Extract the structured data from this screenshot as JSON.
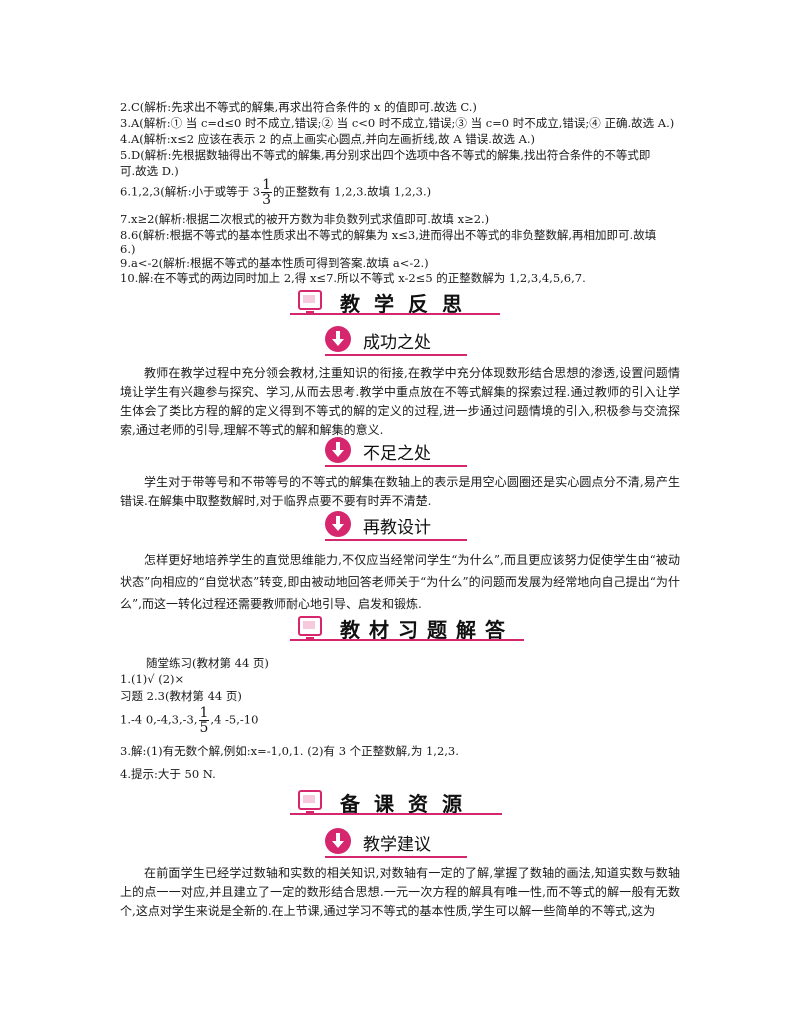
{
  "answers": {
    "a2": "2.C(解析:先求出不等式的解集,再求出符合条件的 x 的值即可.故选 C.)",
    "a3": "3.A(解析:① 当 c=d≤0 时不成立,错误;② 当 c<0 时不成立,错误;③ 当 c=0 时不成立,错误;④ 正确.故选 A.)",
    "a4": "4.A(解析:x≤2 应该在表示 2 的点上画实心圆点,并向左画折线,故 A 错误.故选 A.)",
    "a5a": "5.D(解析:先根据数轴得出不等式的解集,再分别求出四个选项中各不等式的解集,找出符合条件的不等式即",
    "a5b": "可.故选 D.)",
    "a6_pre": "6.1,2,3(解析:小于或等于 3",
    "a6_num": "1",
    "a6_den": "3",
    "a6_post": "的正整数有 1,2,3.故填 1,2,3.)",
    "a7": "7.x≥2(解析:根据二次根式的被开方数为非负数列式求值即可.故填 x≥2.)",
    "a8a": "8.6(解析:根据不等式的基本性质求出不等式的解集为 x≤3,进而得出不等式的非负整数解,再相加即可.故填",
    "a8b": "6.)",
    "a9": "9.a<-2(解析:根据不等式的基本性质可得到答案.故填 a<-2.)",
    "a10": "10.解:在不等式的两边同时加上 2,得 x≤7.所以不等式 x-2≤5 的正整数解为 1,2,3,4,5,6,7."
  },
  "banners": {
    "reflection": "教学反思",
    "exercises": "教材习题解答",
    "resources": "备课资源"
  },
  "subheads": {
    "success": "成功之处",
    "shortcoming": "不足之处",
    "redesign": "再教设计",
    "advice": "教学建议"
  },
  "paragraphs": {
    "success": "教师在教学过程中充分领会教材,注重知识的衔接,在教学中充分体现数形结合思想的渗透,设置问题情境让学生有兴趣参与探究、学习,从而去思考.教学中重点放在不等式解集的探索过程.通过教师的引入让学生体会了类比方程的解的定义得到不等式的解的定义的过程,进一步通过问题情境的引入,积极参与交流探索,通过老师的引导,理解不等式的解和解集的意义.",
    "shortcoming": "学生对于带等号和不带等号的不等式的解集在数轴上的表示是用空心圆圈还是实心圆点分不清,易产生错误.在解集中取整数解时,对于临界点要不要有时弄不清楚.",
    "redesign": "怎样更好地培养学生的直觉思维能力,不仅应当经常问学生“为什么”,而且更应该努力促使学生由“被动状态”向相应的“自觉状态”转变,即由被动地回答老师关于“为什么”的问题而发展为经常地向自己提出“为什么”,而这一转化过程还需要教师耐心地引导、启发和锻炼.",
    "advice": "在前面学生已经学过数轴和实数的相关知识,对数轴有一定的了解,掌握了数轴的画法,知道实数与数轴上的点一一对应,并且建立了一定的数形结合思想.一元一次方程的解具有唯一性,而不等式的解一般有无数个,这点对学生来说是全新的.在上节课,通过学习不等式的基本性质,学生可以解一些简单的不等式,这为"
  },
  "exercises": {
    "practice_title": "随堂练习(教材第 44 页)",
    "practice_1": "1.(1)√    (2)×",
    "problems_title": "习题 2.3(教材第 44 页)",
    "p1_pre": "1.-4    0,-4,3,-3,",
    "p1_num": "1",
    "p1_den": "5",
    "p1_post": ",4    -5,-10",
    "p3": "3.解:(1)有无数个解,例如:x=-1,0,1.    (2)有 3 个正整数解,为 1,2,3.",
    "p4": "4.提示:大于 50 N."
  },
  "colors": {
    "accent": "#d6266e"
  },
  "icons": {
    "banner": "monitor-icon",
    "subhead": "down-arrow-circle-icon"
  }
}
